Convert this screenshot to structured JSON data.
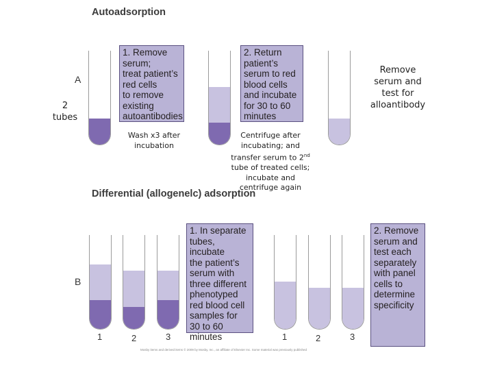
{
  "colors": {
    "serum": "#c8c2e0",
    "cells": "#7f6ab0",
    "box": "#b9b3d6"
  },
  "section_a": {
    "title": "Autoadsorption",
    "letter": "A",
    "tubes_label": "2\ntubes",
    "step1": "1. Remove\nserum;\ntreat patient’s\nred cells\nto remove\nexisting\nautoantibodies",
    "step2": "2. Return\npatient’s\nserum to red\nblood cells\nand incubate\nfor 30 to 60\nminutes",
    "note1": "Wash x3 after\nincubation",
    "note2_a": "Centrifuge after\nincubating; and\ntransfer serum to 2",
    "note2_sup": "nd",
    "note2_b": "\ntube of treated cells;\nincubate and\ncentrifuge again",
    "right_note": "Remove\nserum and\ntest for\nalloantibody"
  },
  "section_b": {
    "title": "Differential (allogenelc) adsorption",
    "letter": "B",
    "step1": "1. In separate\ntubes, incubate\nthe patient’s\nserum with\nthree different\nphenotyped\nred blood cell\nsamples for\n30 to 60\nminutes",
    "step2": "2. Remove\nserum and\ntest each\nseparately\nwith panel\ncells to\ndetermine\nspecificity",
    "left_numbers": [
      "1",
      "2",
      "3"
    ],
    "right_numbers": [
      "1",
      "2",
      "3"
    ]
  },
  "credit": "Mosby items and derived items © 2009 by Mosby, Inc., an affiliate of Elsevier Inc. Some material was previously published"
}
